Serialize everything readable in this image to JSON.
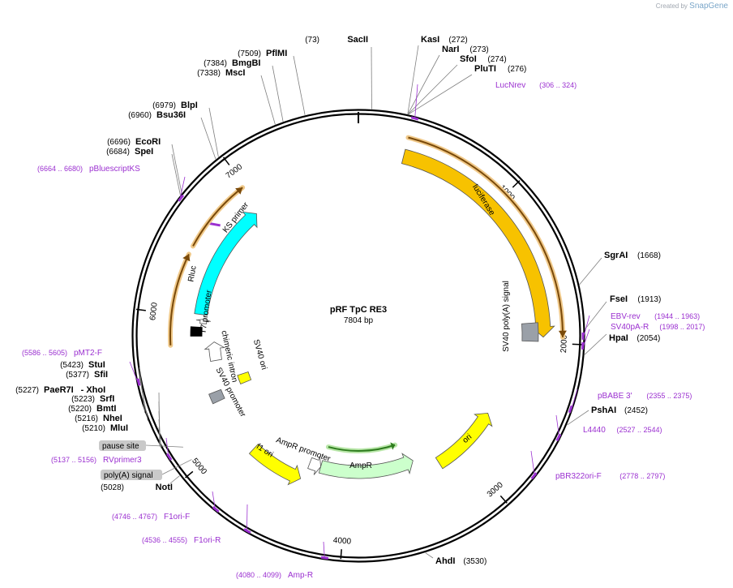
{
  "credit": {
    "prefix": "Created by",
    "brand": "SnapGene"
  },
  "plasmid": {
    "name": "pRF TpC RE3",
    "size_label": "7804 bp",
    "length": 7804
  },
  "colors": {
    "backbone": "#000000",
    "enzyme_line": "#7f7f7f",
    "primer": "#9b30d0",
    "luciferase": "#f7c200",
    "ori": "#ffff00",
    "ampr": "#ccffcc",
    "rluc": "#00ffff",
    "promoter": "#ffffff",
    "polya": "#9aa0a8",
    "orf_outline": "#f0c98a",
    "orf_arrow": "#7a4a0a",
    "amp_orf": "#2e7d1e"
  },
  "ticks": [
    {
      "pos": 1000,
      "label": "1000"
    },
    {
      "pos": 2000,
      "label": "2000"
    },
    {
      "pos": 3000,
      "label": "3000"
    },
    {
      "pos": 4000,
      "label": "4000"
    },
    {
      "pos": 5000,
      "label": "5000"
    },
    {
      "pos": 6000,
      "label": "6000"
    },
    {
      "pos": 7000,
      "label": "7000"
    }
  ],
  "enzymes": [
    {
      "name": "SacII",
      "pos": 73,
      "num": "(73)"
    },
    {
      "name": "KasI",
      "pos": 272,
      "num": "(272)"
    },
    {
      "name": "NarI",
      "pos": 273,
      "num": "(273)"
    },
    {
      "name": "SfoI",
      "pos": 274,
      "num": "(274)"
    },
    {
      "name": "PluTI",
      "pos": 276,
      "num": "(276)"
    },
    {
      "name": "SgrAI",
      "pos": 1668,
      "num": "(1668)"
    },
    {
      "name": "FseI",
      "pos": 1913,
      "num": "(1913)"
    },
    {
      "name": "HpaI",
      "pos": 2054,
      "num": "(2054)"
    },
    {
      "name": "PshAI",
      "pos": 2452,
      "num": "(2452)"
    },
    {
      "name": "AhdI",
      "pos": 3530,
      "num": "(3530)"
    },
    {
      "name": "NotI",
      "pos": 5028,
      "num": "(5028)"
    },
    {
      "name": "MluI",
      "pos": 5210,
      "num": "(5210)"
    },
    {
      "name": "NheI",
      "pos": 5216,
      "num": "(5216)"
    },
    {
      "name": "BmtI",
      "pos": 5220,
      "num": "(5220)"
    },
    {
      "name": "SrfI",
      "pos": 5223,
      "num": "(5223)"
    },
    {
      "name": "PaeR7I",
      "pos": 5227,
      "num": "(5227)",
      "extra": "- XhoI"
    },
    {
      "name": "SfiI",
      "pos": 5377,
      "num": "(5377)"
    },
    {
      "name": "StuI",
      "pos": 5423,
      "num": "(5423)"
    },
    {
      "name": "SpeI",
      "pos": 6684,
      "num": "(6684)"
    },
    {
      "name": "EcoRI",
      "pos": 6696,
      "num": "(6696)"
    },
    {
      "name": "Bsu36I",
      "pos": 6960,
      "num": "(6960)"
    },
    {
      "name": "BlpI",
      "pos": 6979,
      "num": "(6979)"
    },
    {
      "name": "MscI",
      "pos": 7338,
      "num": "(7338)"
    },
    {
      "name": "BmgBI",
      "pos": 7384,
      "num": "(7384)"
    },
    {
      "name": "PflMI",
      "pos": 7509,
      "num": "(7509)"
    }
  ],
  "primers": [
    {
      "name": "LucNrev",
      "range": "(306 .. 324)",
      "pos": 315
    },
    {
      "name": "EBV-rev",
      "range": "(1944 .. 1963)",
      "pos": 1953
    },
    {
      "name": "SV40pA-R",
      "range": "(1998 .. 2017)",
      "pos": 2007
    },
    {
      "name": "pBABE 3'",
      "range": "(2355 .. 2375)",
      "pos": 2365
    },
    {
      "name": "L4440",
      "range": "(2527 .. 2544)",
      "pos": 2535
    },
    {
      "name": "pBR322ori-F",
      "range": "(2778 .. 2797)",
      "pos": 2787
    },
    {
      "name": "Amp-R",
      "range": "(4080 .. 4099)",
      "pos": 4089
    },
    {
      "name": "F1ori-R",
      "range": "(4536 .. 4555)",
      "pos": 4545
    },
    {
      "name": "F1ori-F",
      "range": "(4746 .. 4767)",
      "pos": 4756
    },
    {
      "name": "RVprimer3",
      "range": "(5137 .. 5156)",
      "pos": 5146
    },
    {
      "name": "pMT2-F",
      "range": "(5586 .. 5605)",
      "pos": 5595
    },
    {
      "name": "pBluescriptKS",
      "range": "(6664 .. 6680)",
      "pos": 6672
    }
  ],
  "features": [
    {
      "name": "luciferase",
      "type": "arrow",
      "start": 306,
      "end": 1960,
      "dir": 1,
      "color": "#f7c200"
    },
    {
      "name": "ori",
      "type": "arrow",
      "start": 2620,
      "end": 3200,
      "dir": -1,
      "color": "#ffff00"
    },
    {
      "name": "AmpR",
      "type": "arrow",
      "start": 3390,
      "end": 4250,
      "dir": -1,
      "color": "#ccffcc"
    },
    {
      "name": "AmpR promoter",
      "type": "arrow",
      "start": 4250,
      "end": 4355,
      "dir": -1,
      "color": "#ffffff"
    },
    {
      "name": "f1 ori",
      "type": "arrow",
      "start": 4380,
      "end": 4830,
      "dir": -1,
      "color": "#ffff00"
    },
    {
      "name": "Rluc",
      "type": "arrow",
      "start": 6020,
      "end": 6940,
      "dir": 1,
      "color": "#00ffff"
    },
    {
      "name": "T7 promoter",
      "type": "arrow",
      "start": 5950,
      "end": 5985,
      "dir": 1,
      "color": "#ffffff"
    },
    {
      "name": "SV40 promoter",
      "type": "arrow",
      "start": 5640,
      "end": 5800,
      "dir": 1,
      "color": "#ffffff"
    },
    {
      "name": "SV40 poly(A) signal",
      "type": "box",
      "start": 1860,
      "end": 1990,
      "color": "#9aa0a8"
    },
    {
      "name": "SV40 ori",
      "type": "box",
      "start": 5370,
      "end": 5460,
      "color": "#ffff00"
    },
    {
      "name": "chimeric intron",
      "type": "bar",
      "start": 5850,
      "end": 5920,
      "color": "#000000"
    },
    {
      "name": "poly(A) signal",
      "type": "box",
      "start": 5310,
      "end": 5390,
      "color": "#9aa0a8"
    }
  ],
  "callouts": [
    {
      "name": "pause site",
      "pos": 5150
    },
    {
      "name": "poly(A) signal",
      "pos": 5060
    }
  ]
}
